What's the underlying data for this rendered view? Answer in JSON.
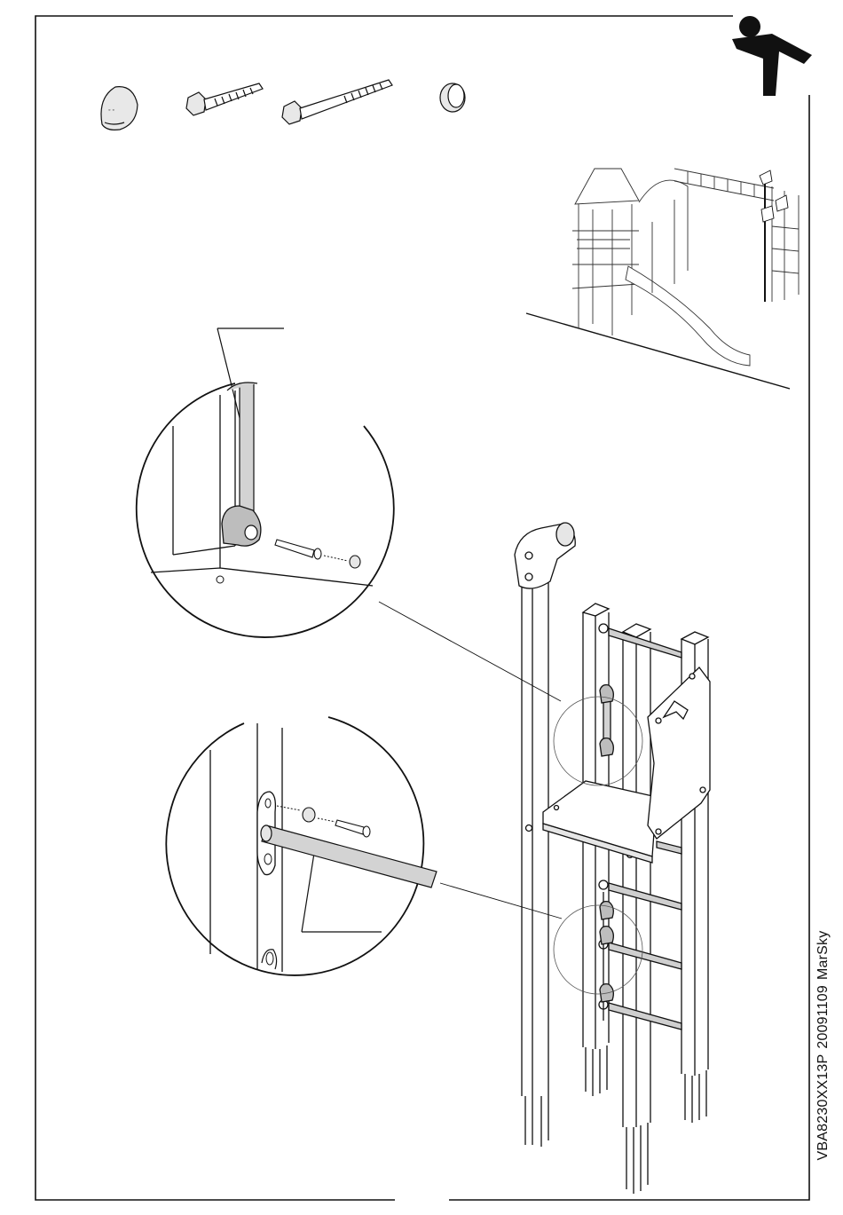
{
  "document_code": {
    "item_number": "VBA8230XX13P",
    "date_code": "20091109",
    "author": "MarSky"
  },
  "icons": {
    "brand_logo": "jumping-figure-icon",
    "hardware": [
      "cap-nut-icon",
      "short-lag-screw-icon",
      "long-lag-screw-icon",
      "cover-cap-icon"
    ]
  },
  "colors": {
    "ink": "#111111",
    "shade": "#cfcfcf",
    "light": "#e6e6e6"
  }
}
